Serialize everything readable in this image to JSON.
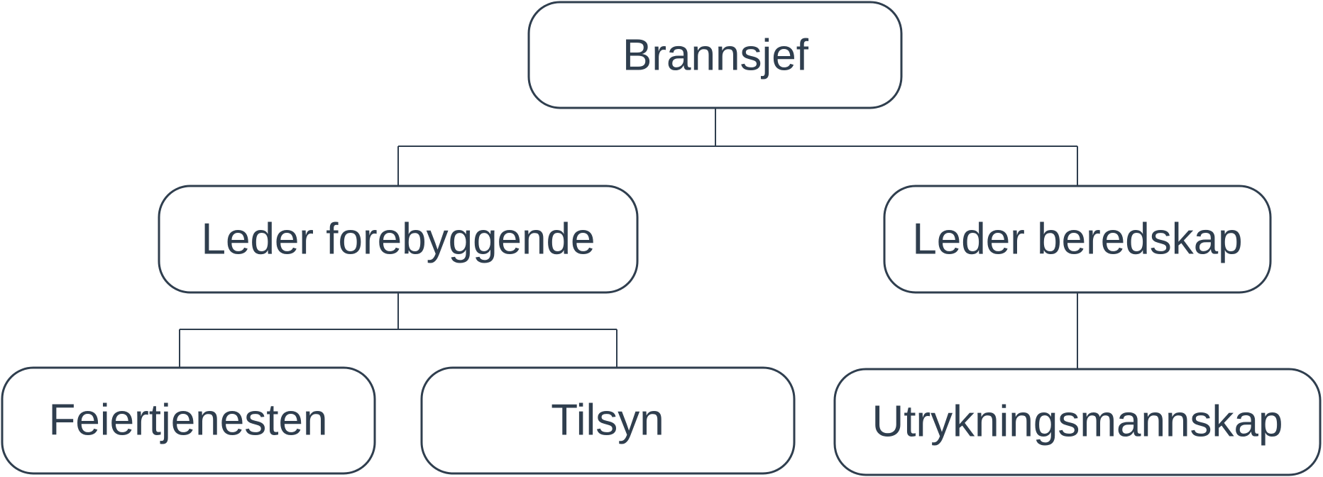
{
  "org_chart": {
    "root": {
      "label": "Brannsjef"
    },
    "level2": [
      {
        "label": "Leder forebyggende"
      },
      {
        "label": "Leder beredskap"
      }
    ],
    "level3": [
      {
        "label": "Feiertjenesten"
      },
      {
        "label": "Tilsyn"
      },
      {
        "label": "Utrykningsmannskap"
      }
    ]
  },
  "colors": {
    "stroke": "#2f3e4e",
    "text": "#2f3e4e",
    "background": "#ffffff"
  }
}
